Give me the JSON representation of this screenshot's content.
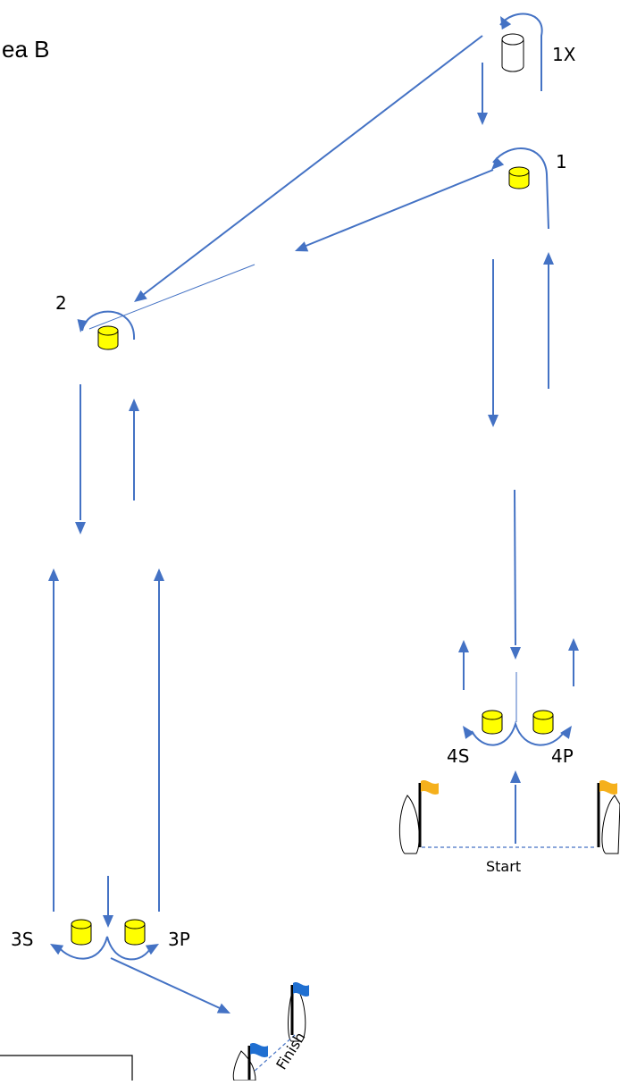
{
  "title": "ea B",
  "marks": {
    "m1x": "1X",
    "m1": "1",
    "m2": "2",
    "m3s": "3S",
    "m3p": "3P",
    "m4s": "4S",
    "m4p": "4P"
  },
  "lines": {
    "start": "Start",
    "finish": "Finish"
  },
  "colors": {
    "course_line": "#4472c4",
    "buoy_yellow": "#ffff00",
    "buoy_white": "#ffffff",
    "flag_start": "#f5b01c",
    "flag_finish": "#1f6fd1"
  }
}
